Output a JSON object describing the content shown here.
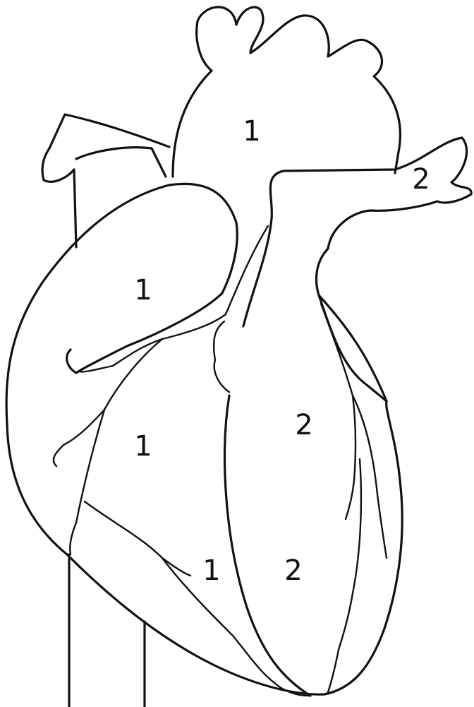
{
  "diagram": {
    "subject": "heart",
    "line_color": "#111111",
    "background": "#ffffff",
    "labels": [
      {
        "id": "aorta",
        "text": "1"
      },
      {
        "id": "pulmonary-artery",
        "text": "2"
      },
      {
        "id": "right-atrium",
        "text": "1"
      },
      {
        "id": "right-ventricle-upper",
        "text": "1"
      },
      {
        "id": "right-ventricle-lower",
        "text": "1"
      },
      {
        "id": "left-ventricle-upper",
        "text": "2"
      },
      {
        "id": "left-ventricle-lower",
        "text": "2"
      }
    ]
  }
}
